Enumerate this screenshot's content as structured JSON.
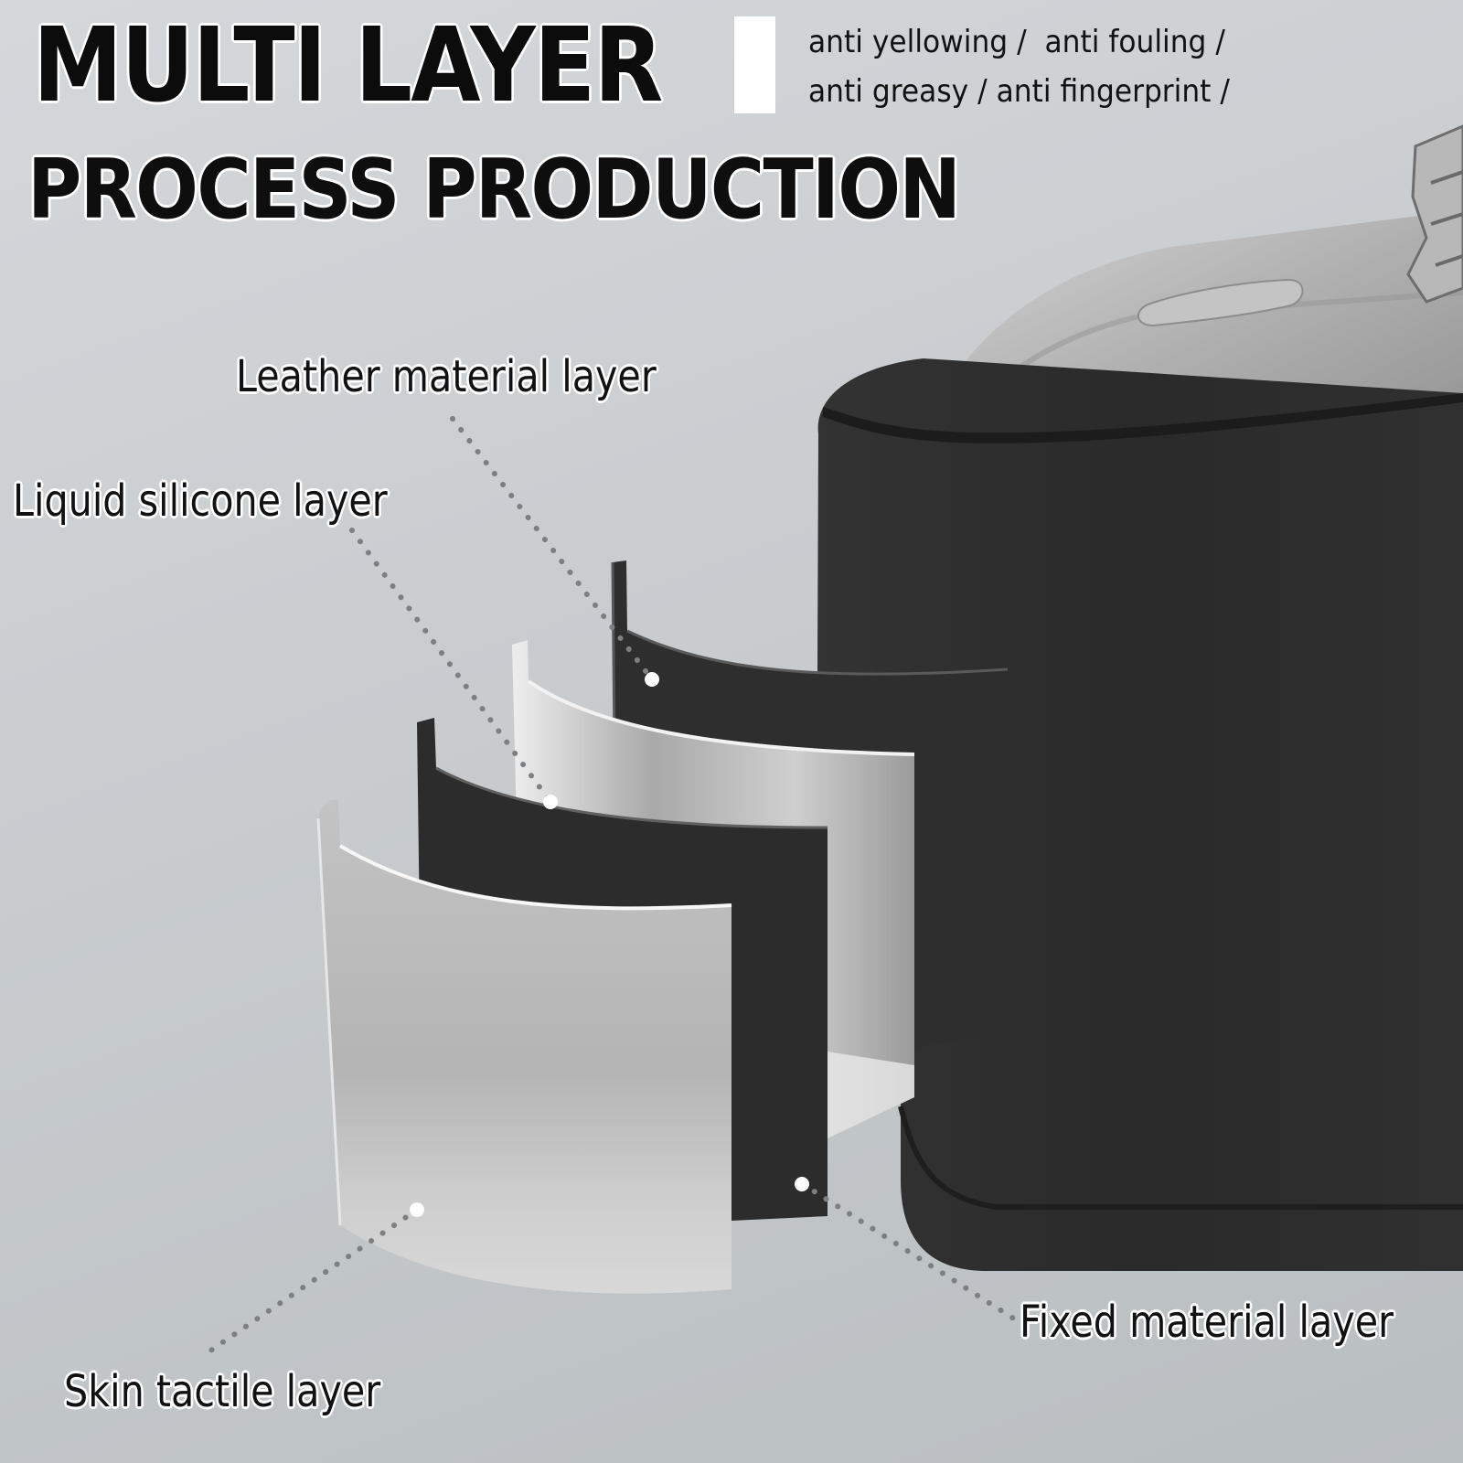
{
  "header": {
    "title": "MULTI LAYER",
    "subtitle": "PROCESS PRODUCTION",
    "features_line1": "anti yellowing /  anti fouling /",
    "features_line2": "anti greasy / anti fingerprint /"
  },
  "layers": {
    "leather": "Leather material layer",
    "silicone": "Liquid silicone layer",
    "fixed": "Fixed material layer",
    "skin": "Skin tactile layer"
  },
  "colors": {
    "case_black": "#2b2b2b",
    "silver_sheet": "#b9b9b9",
    "callout_dots": "#7d8082"
  }
}
